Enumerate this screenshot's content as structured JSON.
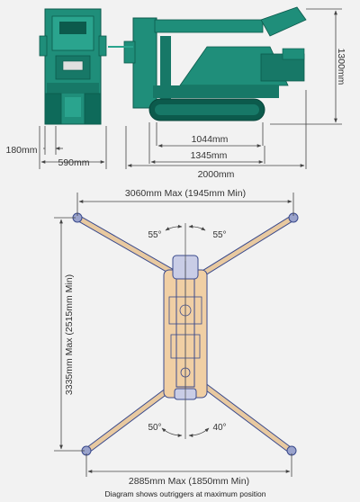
{
  "dimensions": {
    "side_width": "180mm",
    "front_width": "590mm",
    "track_inner": "1044mm",
    "track_outer": "1345mm",
    "overall_length": "2000mm",
    "height": "1300mm",
    "outrigger_top_span": "3060mm Max (1945mm Min)",
    "outrigger_bottom_span": "2885mm Max (1850mm Min)",
    "outrigger_length": "3335mm Max (2515mm Min)"
  },
  "angles": {
    "top_left": "55°",
    "top_right": "55°",
    "bottom_left": "50°",
    "bottom_right": "40°"
  },
  "caption": "Diagram shows outriggers at maximum position",
  "colors": {
    "machine_green": "#1f8e7a",
    "machine_dark": "#0c5a4c",
    "outrigger_tan": "#e8c9a0",
    "outline_blue": "#3a4a8c",
    "dimension_line": "#444444"
  }
}
